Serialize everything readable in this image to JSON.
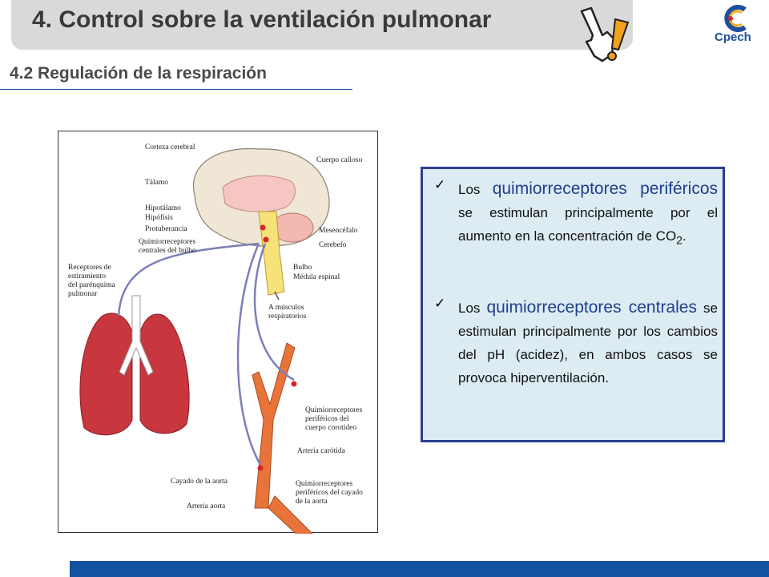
{
  "header": {
    "title": "4. Control sobre la ventilación pulmonar",
    "icon": "pointing-hand-exclamation-icon",
    "logo_text": "Cpech"
  },
  "subtitle": "4.2 Regulación de la respiración",
  "figure": {
    "labels": {
      "corteza": "Corteza cerebral",
      "talamo": "Tálamo",
      "hipotalamo": "Hipotálamo",
      "hipofisis": "Hipófisis",
      "protuberancia": "Protuberancia",
      "quimio_centrales_1": "Quimiorreceptores",
      "quimio_centrales_2": "centrales del bulbo",
      "receptores_1": "Receptores de",
      "receptores_2": "estiramiento",
      "receptores_3": "del parénquima",
      "receptores_4": "pulmonar",
      "cuerpo_calloso": "Cuerpo calloso",
      "mesencefalo": "Mesencéfalo",
      "cerebelo": "Cerebelo",
      "bulbo": "Bulbo",
      "medula": "Médula espinal",
      "musculos_1": "A músculos",
      "musculos_2": "respiratorios",
      "quimio_caro_1": "Quimiorreceptores",
      "quimio_caro_2": "periféricos del",
      "quimio_caro_3": "cuerpo corotídeo",
      "arteria_carotida": "Arteria carótida",
      "cayado": "Cayado de la aorta",
      "arteria_aorta": "Arteria aorta",
      "quimio_aorta_1": "Quimiorreceptores",
      "quimio_aorta_2": "periféricos del cayado",
      "quimio_aorta_3": "de la aorta"
    }
  },
  "infobox": {
    "bullets": [
      {
        "check": "✓",
        "prefix": "Los",
        "highlight": "quimiorreceptores periféricos",
        "rest": " se estimulan principalmente por el aumento en la concentración de CO",
        "sub": "2",
        "end": "."
      },
      {
        "check": "✓",
        "prefix": "Los",
        "highlight": "quimiorreceptores centrales",
        "rest": " se estimulan principalmente por los cambios del pH (acidez), en ambos casos se provoca hiperventilación.",
        "sub": "",
        "end": ""
      }
    ]
  },
  "colors": {
    "title_bar": "#d9d9d9",
    "infobox_bg": "#dcecf2",
    "infobox_border": "#2b3f8f",
    "highlight": "#1f3f8f",
    "bottom_bar": "#1252a0"
  }
}
